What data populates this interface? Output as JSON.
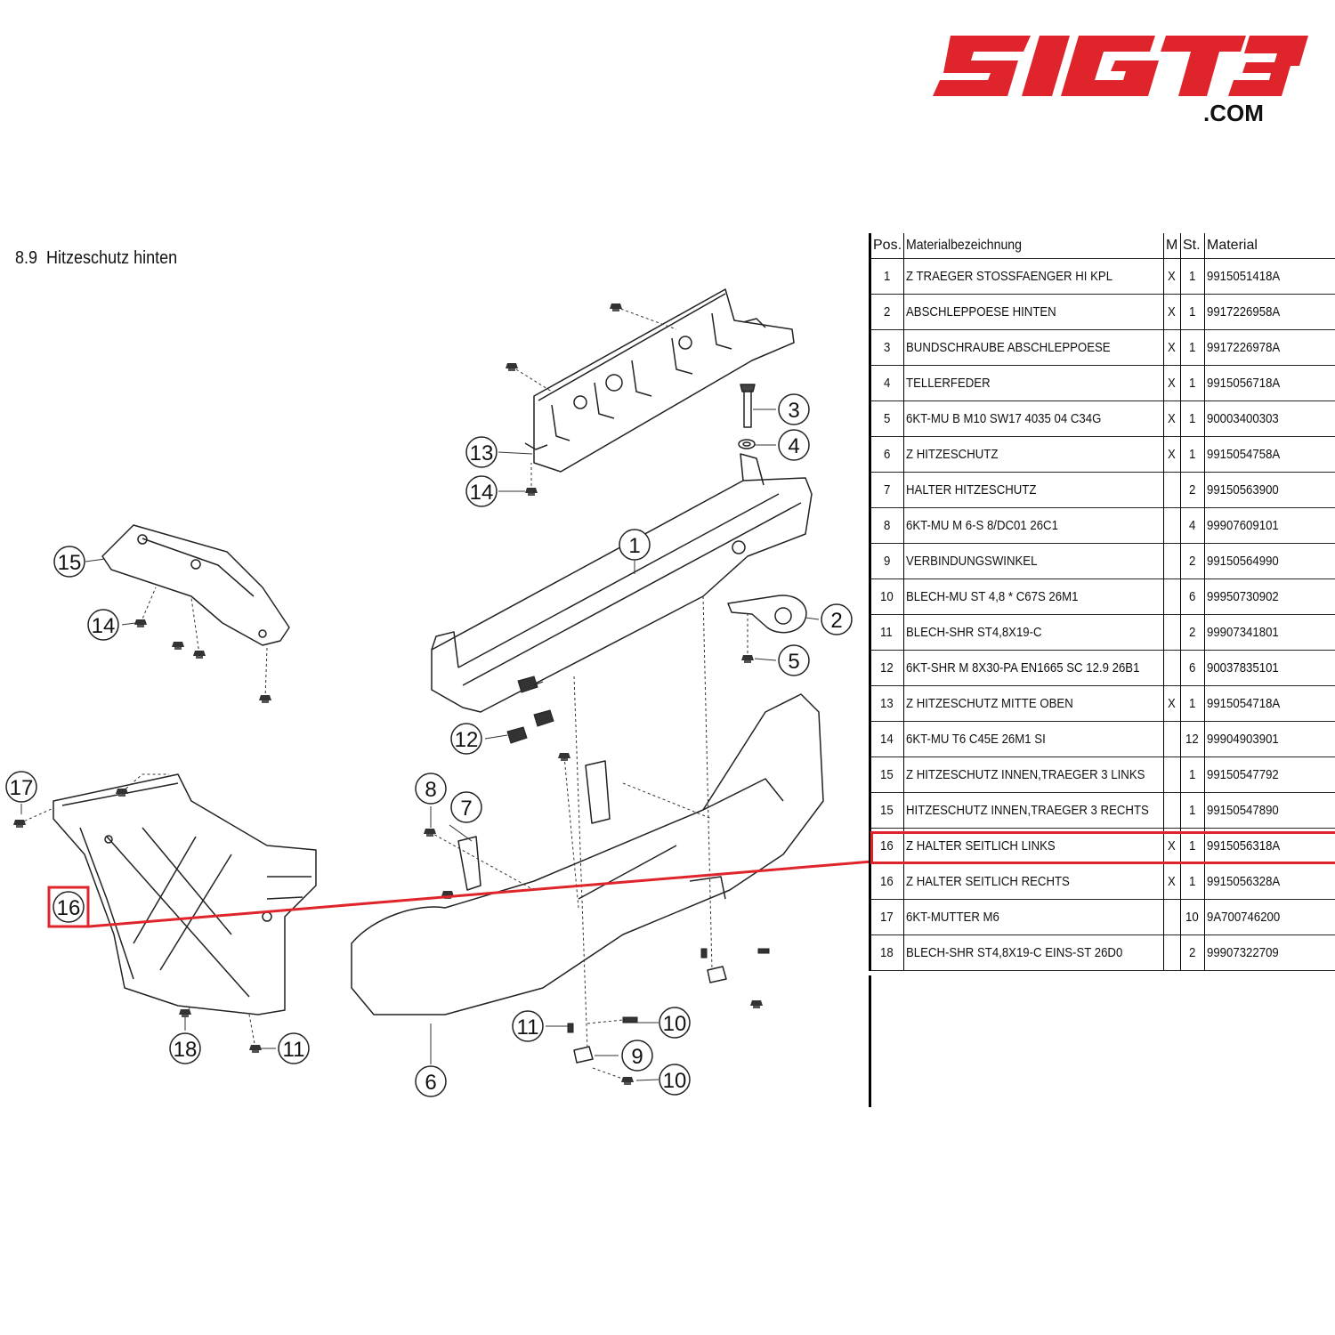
{
  "logo": {
    "text": "51GT3",
    "suffix": ".COM",
    "color": "#e0242c"
  },
  "section": {
    "number": "8.9",
    "title": "Hitzeschutz hinten"
  },
  "table": {
    "headers": {
      "pos": "Pos.",
      "name": "Materialbezeichnung",
      "m": "M",
      "st": "St.",
      "material": "Material"
    },
    "rows": [
      {
        "pos": "1",
        "name": "Z TRAEGER STOSSFAENGER HI KPL",
        "m": "X",
        "st": "1",
        "material": "9915051418A"
      },
      {
        "pos": "2",
        "name": "ABSCHLEPPOESE HINTEN",
        "m": "X",
        "st": "1",
        "material": "9917226958A"
      },
      {
        "pos": "3",
        "name": "BUNDSCHRAUBE ABSCHLEPPOESE",
        "m": "X",
        "st": "1",
        "material": "9917226978A"
      },
      {
        "pos": "4",
        "name": "TELLERFEDER",
        "m": "X",
        "st": "1",
        "material": "9915056718A"
      },
      {
        "pos": "5",
        "name": "6KT-MU B M10 SW17 4035 04 C34G",
        "m": "X",
        "st": "1",
        "material": "90003400303"
      },
      {
        "pos": "6",
        "name": "Z HITZESCHUTZ",
        "m": "X",
        "st": "1",
        "material": "9915054758A"
      },
      {
        "pos": "7",
        "name": "HALTER HITZESCHUTZ",
        "m": "",
        "st": "2",
        "material": "99150563900"
      },
      {
        "pos": "8",
        "name": "6KT-MU M 6-S 8/DC01 26C1",
        "m": "",
        "st": "4",
        "material": "99907609101"
      },
      {
        "pos": "9",
        "name": "VERBINDUNGSWINKEL",
        "m": "",
        "st": "2",
        "material": "99150564990"
      },
      {
        "pos": "10",
        "name": "BLECH-MU ST 4,8 * C67S 26M1",
        "m": "",
        "st": "6",
        "material": "99950730902"
      },
      {
        "pos": "11",
        "name": "BLECH-SHR ST4,8X19-C",
        "m": "",
        "st": "2",
        "material": "99907341801"
      },
      {
        "pos": "12",
        "name": "6KT-SHR M 8X30-PA EN1665 SC 12.9 26B1",
        "m": "",
        "st": "6",
        "material": "90037835101"
      },
      {
        "pos": "13",
        "name": "Z HITZESCHUTZ MITTE OBEN",
        "m": "X",
        "st": "1",
        "material": "9915054718A"
      },
      {
        "pos": "14",
        "name": "6KT-MU T6 C45E 26M1 SI",
        "m": "",
        "st": "12",
        "material": "99904903901"
      },
      {
        "pos": "15",
        "name": "Z HITZESCHUTZ INNEN,TRAEGER 3 LINKS",
        "m": "",
        "st": "1",
        "material": "99150547792"
      },
      {
        "pos": "15",
        "name": "HITZESCHUTZ INNEN,TRAEGER 3 RECHTS",
        "m": "",
        "st": "1",
        "material": "99150547890"
      },
      {
        "pos": "16",
        "name": "Z HALTER SEITLICH LINKS",
        "m": "X",
        "st": "1",
        "material": "9915056318A"
      },
      {
        "pos": "16",
        "name": "Z HALTER SEITLICH RECHTS",
        "m": "X",
        "st": "1",
        "material": "9915056328A"
      },
      {
        "pos": "17",
        "name": "6KT-MUTTER M6",
        "m": "",
        "st": "10",
        "material": "9A700746200"
      },
      {
        "pos": "18",
        "name": "BLECH-SHR ST4,8X19-C EINS-ST 26D0",
        "m": "",
        "st": "2",
        "material": "99907322709"
      }
    ]
  },
  "highlight": {
    "position": "16",
    "color": "#e0242c"
  },
  "callouts": [
    "1",
    "2",
    "3",
    "4",
    "5",
    "6",
    "7",
    "8",
    "9",
    "10",
    "10",
    "11",
    "11",
    "12",
    "13",
    "14",
    "14",
    "15",
    "16",
    "17",
    "18"
  ]
}
